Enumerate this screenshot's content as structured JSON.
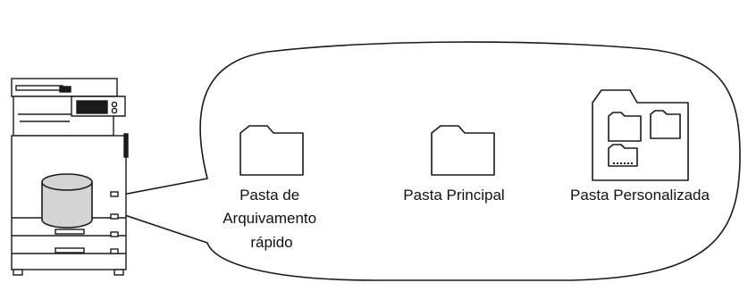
{
  "labels": {
    "quick_folder": [
      "Pasta de",
      "Arquivamento",
      "rápido"
    ],
    "main_folder": "Pasta Principal",
    "custom_folder": "Pasta Personalizada"
  },
  "icons": {
    "machine": "multifunction-printer-icon",
    "storage": "hard-disk-cylinder-icon",
    "folder": "folder-icon",
    "folder_group": "custom-folder-group-icon"
  },
  "colors": {
    "line": "#1a1a1a",
    "cylinder_fill": "#d4d4d4",
    "background": "#ffffff"
  }
}
